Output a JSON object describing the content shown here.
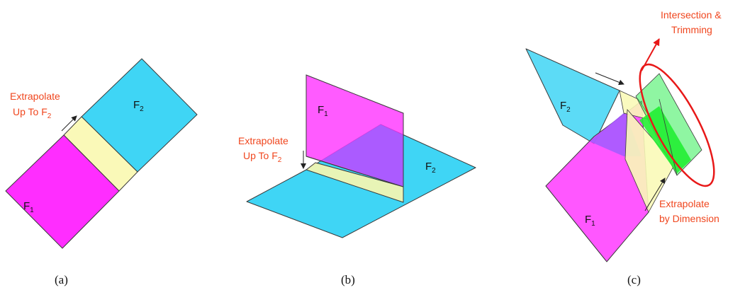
{
  "panels": [
    {
      "caption": "(a)",
      "face1": {
        "name": "F",
        "sub": "1"
      },
      "face2": {
        "name": "F",
        "sub": "2"
      },
      "annotation": {
        "line1": "Extrapolate",
        "line2": "Up To F",
        "sub": "2"
      }
    },
    {
      "caption": "(b)",
      "face1": {
        "name": "F",
        "sub": "1"
      },
      "face2": {
        "name": "F",
        "sub": "2"
      },
      "annotation": {
        "line1": "Extrapolate",
        "line2": "Up To F",
        "sub": "2"
      }
    },
    {
      "caption": "(c)",
      "face1": {
        "name": "F",
        "sub": "1"
      },
      "face2": {
        "name": "F",
        "sub": "2"
      },
      "annotation_top": {
        "line1": "Intersection &",
        "line2": "Trimming"
      },
      "annotation_bottom": {
        "line1": "Extrapolate",
        "line2": "by Dimension"
      }
    }
  ],
  "colors": {
    "magenta": "#ff2dff",
    "cyan": "#3fd5f5",
    "yellow": "#faf9b8",
    "green": "#33ee55",
    "annotation": "#f0461e",
    "ellipse": "#e81818"
  }
}
